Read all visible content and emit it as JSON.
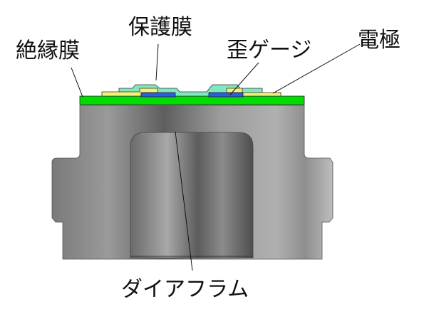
{
  "labels": {
    "insulation_film": "絶縁膜",
    "protective_film": "保護膜",
    "strain_gauge": "歪ゲージ",
    "electrode": "電極",
    "diaphragm": "ダイアフラム"
  },
  "colors": {
    "insulation_film": "#00dd00",
    "protective_film": "#7fe8c0",
    "strain_gauge": "#2a5fe0",
    "electrode": "#f5f07a",
    "body": "#8a8a8a"
  }
}
